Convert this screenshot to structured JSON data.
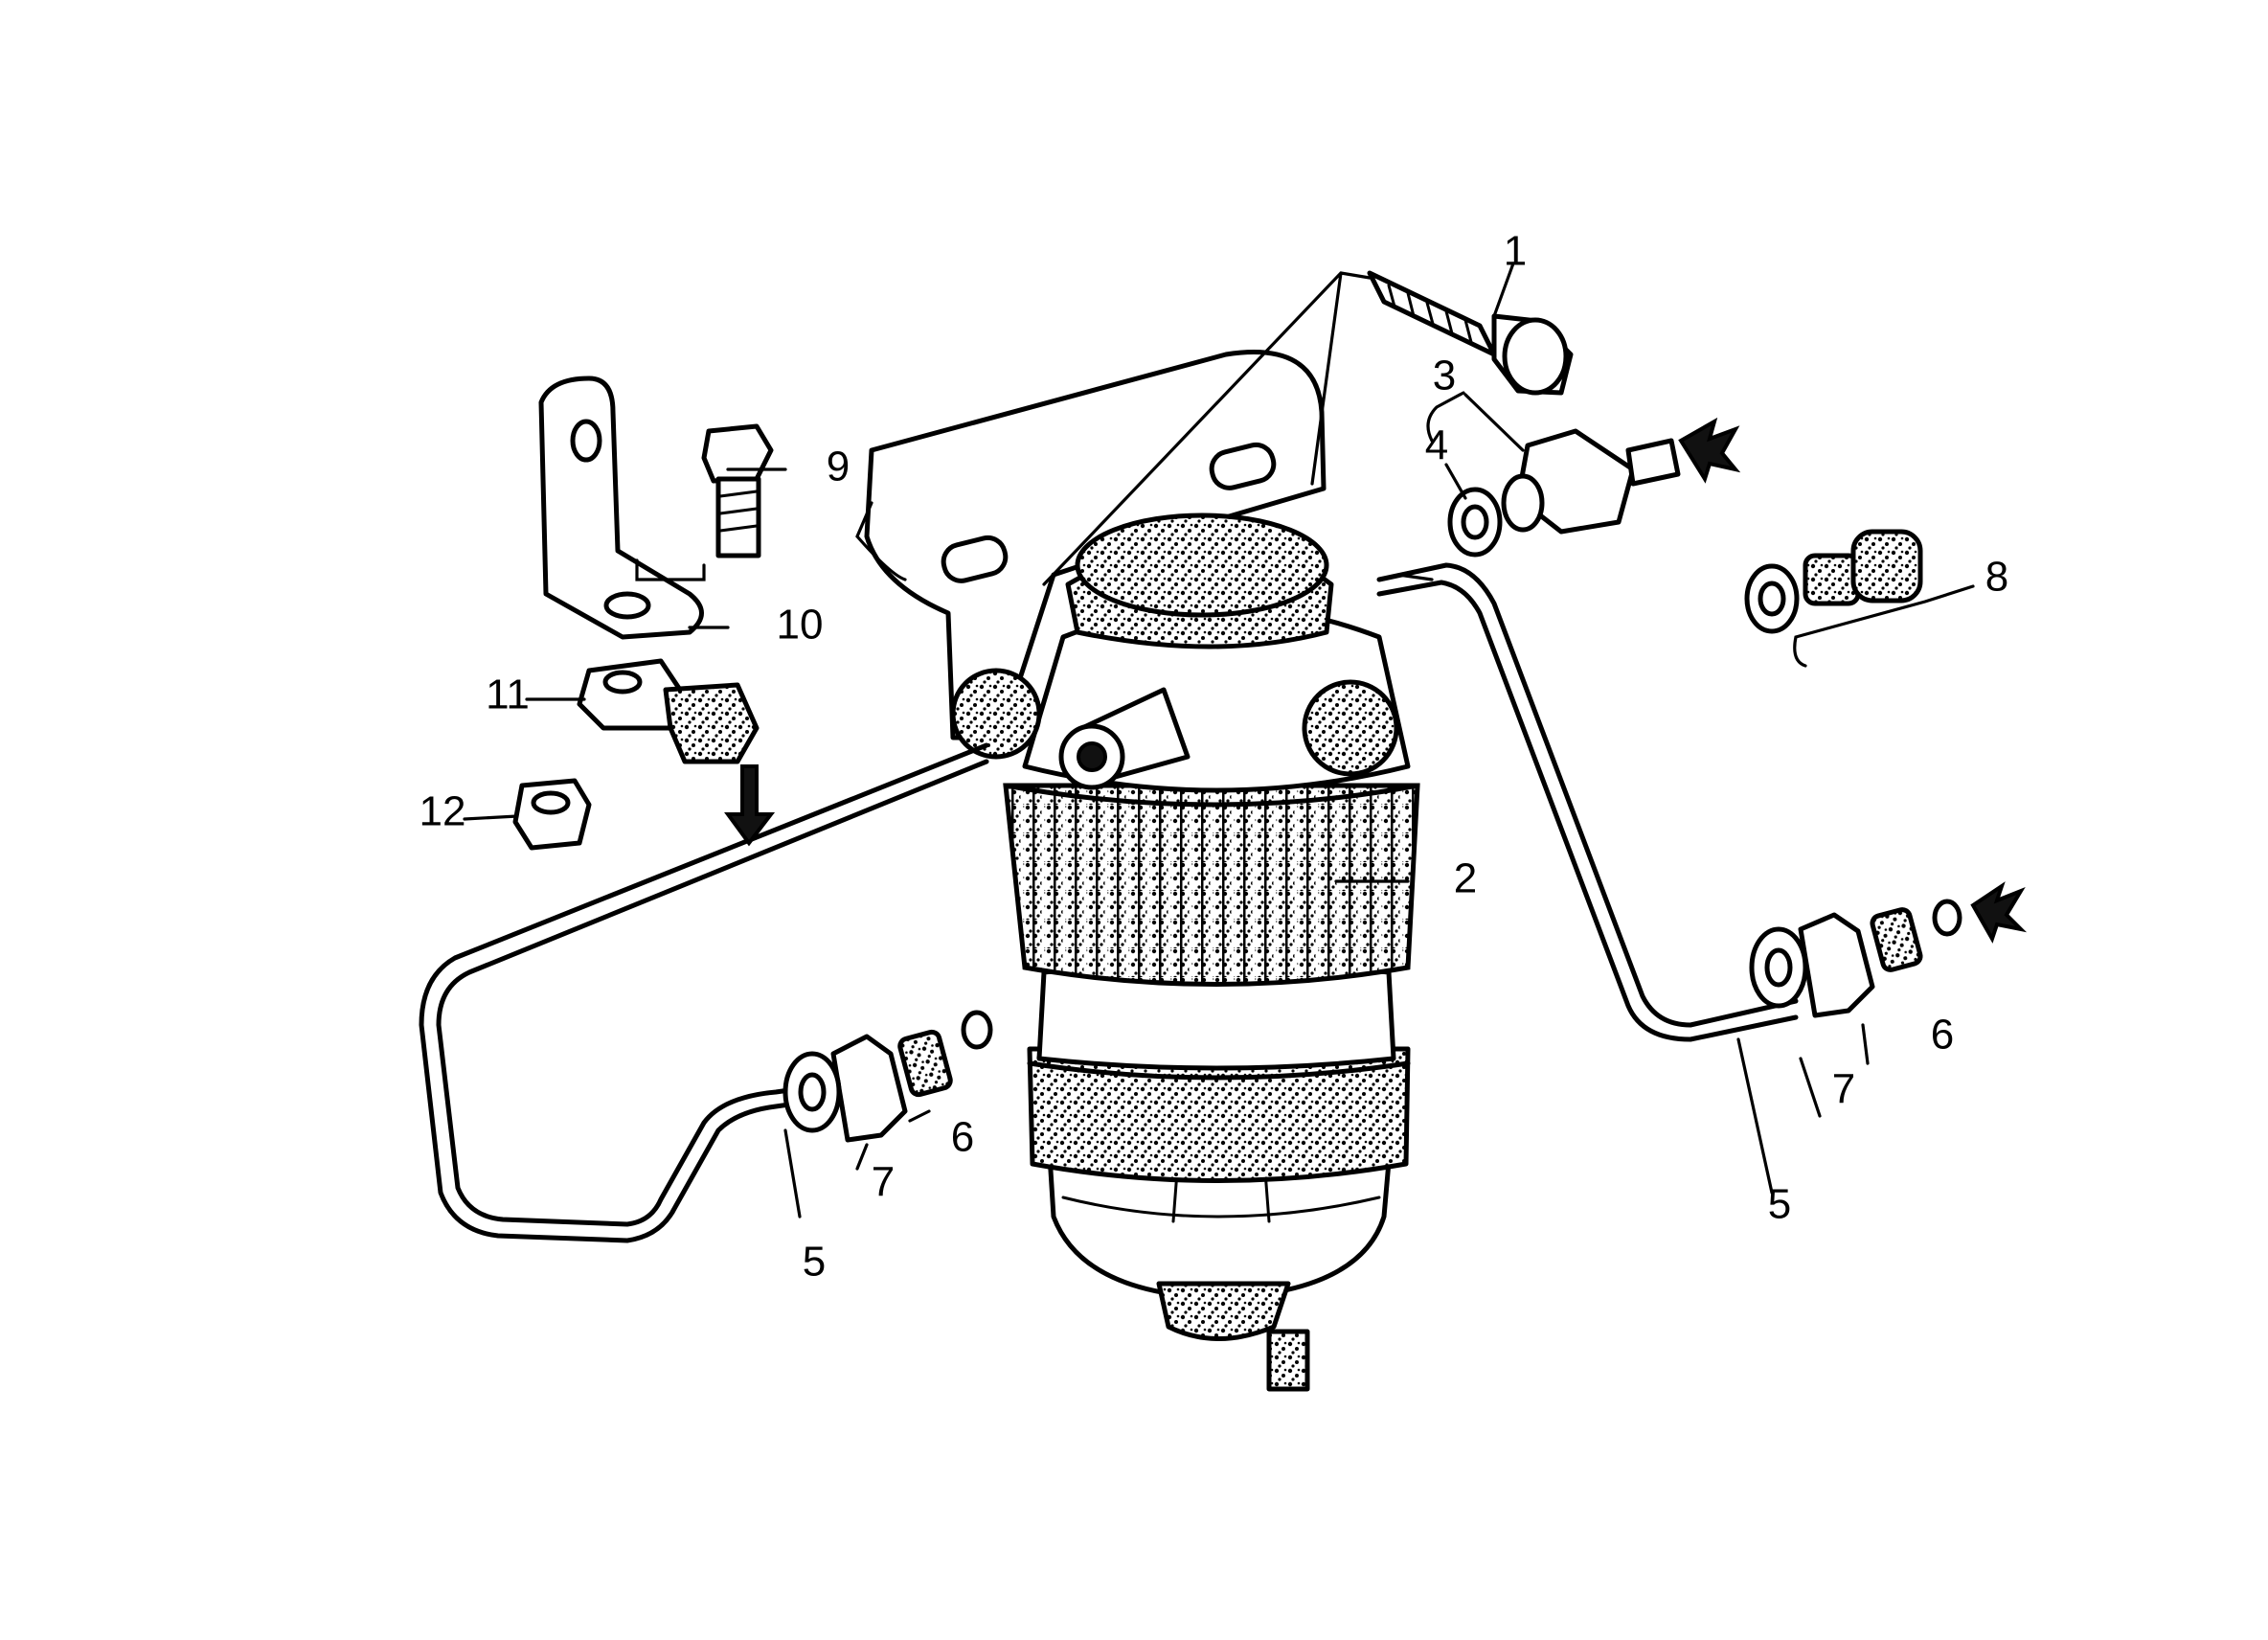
{
  "callouts": [
    {
      "id": "c1",
      "text": "1"
    },
    {
      "id": "c2",
      "text": "2"
    },
    {
      "id": "c3",
      "text": "3"
    },
    {
      "id": "c4",
      "text": "4"
    },
    {
      "id": "c5a",
      "text": "5"
    },
    {
      "id": "c5b",
      "text": "5"
    },
    {
      "id": "c6a",
      "text": "6"
    },
    {
      "id": "c6b",
      "text": "6"
    },
    {
      "id": "c7a",
      "text": "7"
    },
    {
      "id": "c7b",
      "text": "7"
    },
    {
      "id": "c8",
      "text": "8"
    },
    {
      "id": "c9",
      "text": "9"
    },
    {
      "id": "c10",
      "text": "10"
    },
    {
      "id": "c11",
      "text": "11"
    },
    {
      "id": "c12",
      "text": "12"
    }
  ]
}
